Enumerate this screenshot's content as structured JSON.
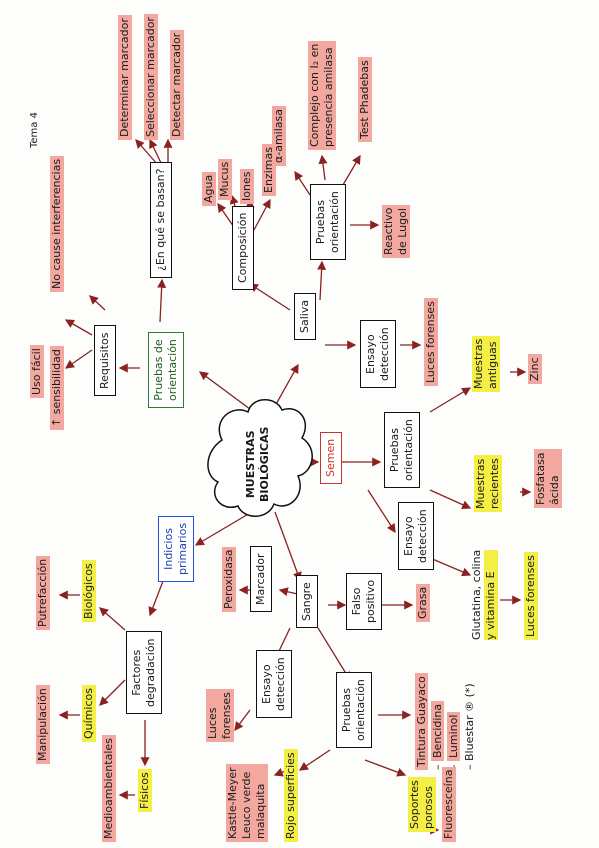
{
  "title": "Tema 4",
  "center": {
    "line1": "MUESTRAS",
    "line2": "BIOLÓGICAS"
  },
  "indicios": {
    "line1": "Indicios",
    "line2": "primarios"
  },
  "factores": {
    "label": {
      "line1": "Factores",
      "line2": "degradación"
    },
    "biologicos": "Biológicos",
    "putrefaccion": "Putrefacción",
    "quimicos": "Químicos",
    "manipulacion": "Manipulación",
    "fisicos": "Físicos",
    "medioambientales": "Medioambientales"
  },
  "pruebas_or": {
    "label": {
      "line1": "Pruebas de",
      "line2": "orientación"
    },
    "requisitos": "Requisitos",
    "uso_facil": "Uso fácil",
    "sensibilidad": "↑ sensibilidad",
    "no_causa": "No cause interferencias",
    "en_que": "¿En qué se basan?",
    "determinar": "Determinar marcador",
    "seleccionar": "Seleccionar marcador",
    "detectar": "Detectar marcador"
  },
  "saliva": {
    "label": "Saliva",
    "composicion": "Composición",
    "agua": "Agua",
    "mucus": "Mucus",
    "iones": "Iones",
    "enzimas": "Enzimas",
    "ensayo": {
      "line1": "Ensayo",
      "line2": "detección"
    },
    "luces": "Luces forenses",
    "pruebas": {
      "line1": "Pruebas",
      "line2": "orientación"
    },
    "amilasa": "α-amilasa",
    "complejo": {
      "line1": "Complejo con I₂ en",
      "line2": "presencia amilasa"
    },
    "test": "Test Phadebas",
    "reactivo": {
      "line1": "Reactivo",
      "line2": "de Lugol"
    }
  },
  "semen": {
    "label": "Semen",
    "pruebas": {
      "line1": "Pruebas",
      "line2": "orientación"
    },
    "antiguas": {
      "line1": "Muestras",
      "line2": "antiguas"
    },
    "zinc": "Zinc",
    "recientes": {
      "line1": "Muestras",
      "line2": "recientes"
    },
    "fosfatasa": {
      "line1": "Fosfatasa",
      "line2": "ácida"
    },
    "ensayo": {
      "line1": "Ensayo",
      "line2": "detección"
    },
    "glutatina": {
      "line1": "Glutatina, colina",
      "line2": "y vitamina E"
    },
    "luces": "Luces forenses"
  },
  "sangre": {
    "label": "Sangre",
    "marcador": "Marcador",
    "peroxidasa": "Peroxidasa",
    "falso": {
      "line1": "Falso",
      "line2": "positivo"
    },
    "grasa": "Grasa",
    "ensayo": {
      "line1": "Ensayo",
      "line2": "detección"
    },
    "luces": {
      "line1": "Luces",
      "line2": "forenses"
    },
    "pruebas": {
      "line1": "Pruebas",
      "line2": "orientación"
    },
    "tintura": "Tintura Guayaco",
    "bencidina": "Bencidina",
    "luminol": "Luminol",
    "bluestar": "Bluestar ® (*)",
    "soportes": {
      "line1": "Soportes",
      "line2": "porosos"
    },
    "fluoresceina": "Fluoresceína",
    "rojo": "Rojo superficies",
    "kastle": {
      "line1": "Kastle-Meyer",
      "line2": "Leuco verde",
      "line3": "malaquita"
    }
  }
}
